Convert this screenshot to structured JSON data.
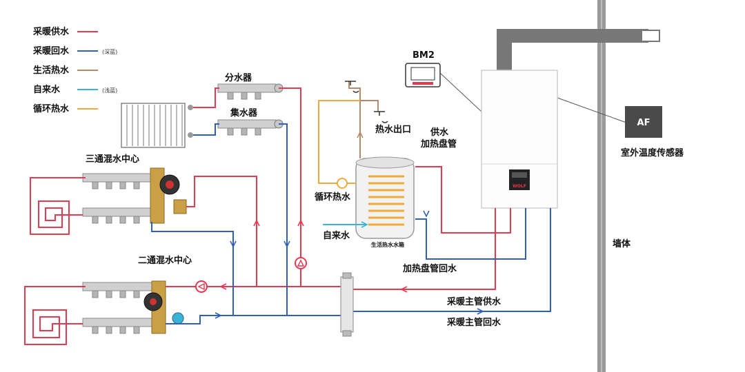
{
  "legend": {
    "items": [
      {
        "label": "采暖供水",
        "note": "",
        "color": "#e8384f"
      },
      {
        "label": "采暖回水",
        "note": "(深蓝)",
        "color": "#2f5fb8"
      },
      {
        "label": "生活热水",
        "note": "",
        "color": "#b58a6a"
      },
      {
        "label": "自来水",
        "note": "(浅蓝)",
        "color": "#3bb3d6"
      },
      {
        "label": "循环热水",
        "note": "",
        "color": "#f2a93b"
      }
    ]
  },
  "labels": {
    "distributor": "分水器",
    "collector": "集水器",
    "three_way": "三通混水中心",
    "two_way": "二通混水中心",
    "hot_water_outlet": "热水出口",
    "supply_coil_1": "供水",
    "supply_coil_2": "加热盘管",
    "circ_hot_water": "循环热水",
    "tap_water": "自来水",
    "tank": "生活热水水箱",
    "coil_return": "加热盘管回水",
    "main_supply": "采暖主管供水",
    "main_return": "采暖主管回水",
    "bm2": "BM2",
    "af": "AF",
    "outdoor_sensor": "室外温度传感器",
    "wall": "墙体",
    "boiler_brand": "WOLF"
  },
  "colors": {
    "supply": "#e8384f",
    "return": "#2f5fb8",
    "domestic": "#b58a6a",
    "tap": "#3bb3d6",
    "circulation": "#f2a93b",
    "wall": "#9a9a9a",
    "flue": "#777777",
    "sensor": "#4a4a4a"
  }
}
